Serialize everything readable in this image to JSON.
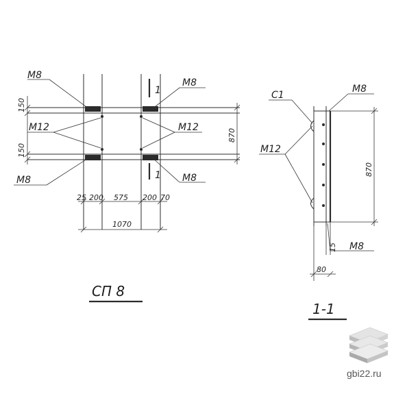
{
  "plan_view": {
    "labels": {
      "m8_top_left": "M8",
      "m8_top_right": "M8",
      "m8_bottom_left": "M8",
      "m8_bottom_right": "M8",
      "m12_left": "M12",
      "m12_right": "M12",
      "section_mark_top": "1",
      "section_mark_bottom": "1"
    },
    "dimensions": {
      "d150_top": "150",
      "d150_bottom": "150",
      "height": "870",
      "d25": "25",
      "d200_left": "200",
      "d575": "575",
      "d200_right": "200",
      "d70": "70",
      "total_width": "1070"
    },
    "title": "СП 8"
  },
  "section_view": {
    "labels": {
      "c1": "C1",
      "m8_top": "M8",
      "m12": "M12",
      "m8_bottom": "M8"
    },
    "dimensions": {
      "height": "870",
      "d15": "15",
      "d80": "80"
    },
    "title": "1-1"
  },
  "watermark": {
    "site": "gbi22.ru",
    "icon": "stacked-slabs-logo-icon"
  }
}
